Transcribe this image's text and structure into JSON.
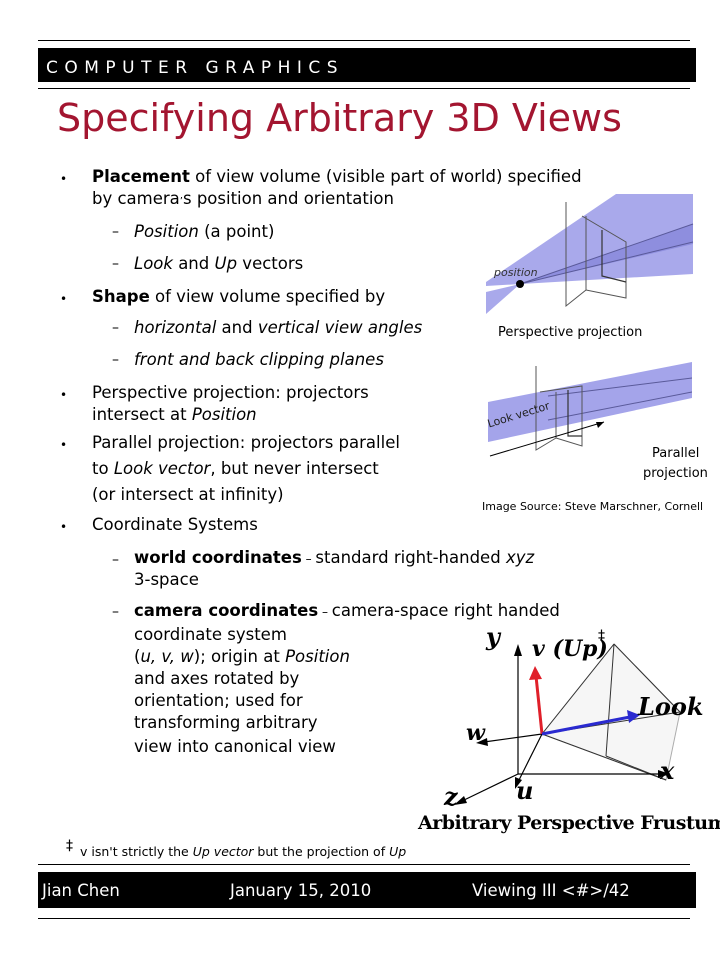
{
  "header": {
    "label": "COMPUTER GRAPHICS"
  },
  "title": "Specifying Arbitrary 3D Views",
  "bullets": {
    "b1_bold": "Placement",
    "b1_rest": " of view volume (visible part of world) specified",
    "b1_line2_a": "by camera",
    "b1_line2_apos": "’",
    "b1_line2_b": "s position and orientation",
    "b1_s1_italic": "Position",
    "b1_s1_rest": " (a point)",
    "b1_s2_italic1": "Look",
    "b1_s2_mid": " and ",
    "b1_s2_italic2": "Up",
    "b1_s2_rest": " vectors",
    "b2_bold": "Shape",
    "b2_rest": " of view volume specified by",
    "b2_s1_italic1": "horizontal",
    "b2_s1_mid": " and ",
    "b2_s1_italic2": "vertical view angles",
    "b2_s2_italic": "front and back clipping planes",
    "b3_line1": "Perspective projection: projectors",
    "b3_line2_a": "intersect at ",
    "b3_line2_italic": "Position",
    "b4_line1": "Parallel projection: projectors parallel",
    "b4_line2_a": " to ",
    "b4_line2_italic": "Look vector",
    "b4_line2_b": ", but never intersect",
    "b4_line3": " (or intersect at infinity)",
    "b5": "Coordinate Systems",
    "b5_s1_bold": "world coordinates",
    "b5_s1_dash": " – ",
    "b5_s1_a": "standard right-handed ",
    "b5_s1_italic": "xyz",
    "b5_s1_line2": "3-space",
    "b5_s2_bold": "camera coordinates",
    "b5_s2_dash": " – ",
    "b5_s2_a": "camera-space right handed",
    "b5_s2_l2": "coordinate system",
    "b5_s2_l3_a": "(",
    "b5_s2_l3_i": "u, v, w",
    "b5_s2_l3_b": "); origin at ",
    "b5_s2_l3_i2": "Position",
    "b5_s2_l4": "and axes rotated by",
    "b5_s2_l5": "orientation; used for",
    "b5_s2_l6": "transforming arbitrary",
    "b5_s2_l7": "view into canonical view"
  },
  "bullet_symbol": "•",
  "dash_symbol": "–",
  "figures": {
    "position_label": "position",
    "perspective_caption": "Perspective projection",
    "look_vector_label": "Look vector",
    "parallel_caption_1": "Parallel",
    "parallel_caption_2": "projection",
    "image_source": "Image Source: Steve Marschner, Cornell",
    "frustum_y": "y",
    "frustum_v": "v (Up)",
    "frustum_dagger": "‡",
    "frustum_look": "Look",
    "frustum_w": "w",
    "frustum_x": "x",
    "frustum_z": "z",
    "frustum_u": "u",
    "frustum_caption": "Arbitrary Perspective Frustum"
  },
  "footnote": {
    "dagger": "‡",
    "text_a": " v isn't strictly the ",
    "text_i": "Up vector",
    "text_b": " but the projection of ",
    "text_i2": "Up"
  },
  "footer": {
    "author": "Jian Chen",
    "date": "January 15, 2010",
    "slide_a": "Viewing III ",
    "slide_num": "<#>",
    "slide_b": "/42"
  },
  "colors": {
    "title": "#a31530",
    "volume": "#9a9ae8",
    "up_arrow": "#e0202a",
    "look_arrow": "#2a2ad0"
  }
}
